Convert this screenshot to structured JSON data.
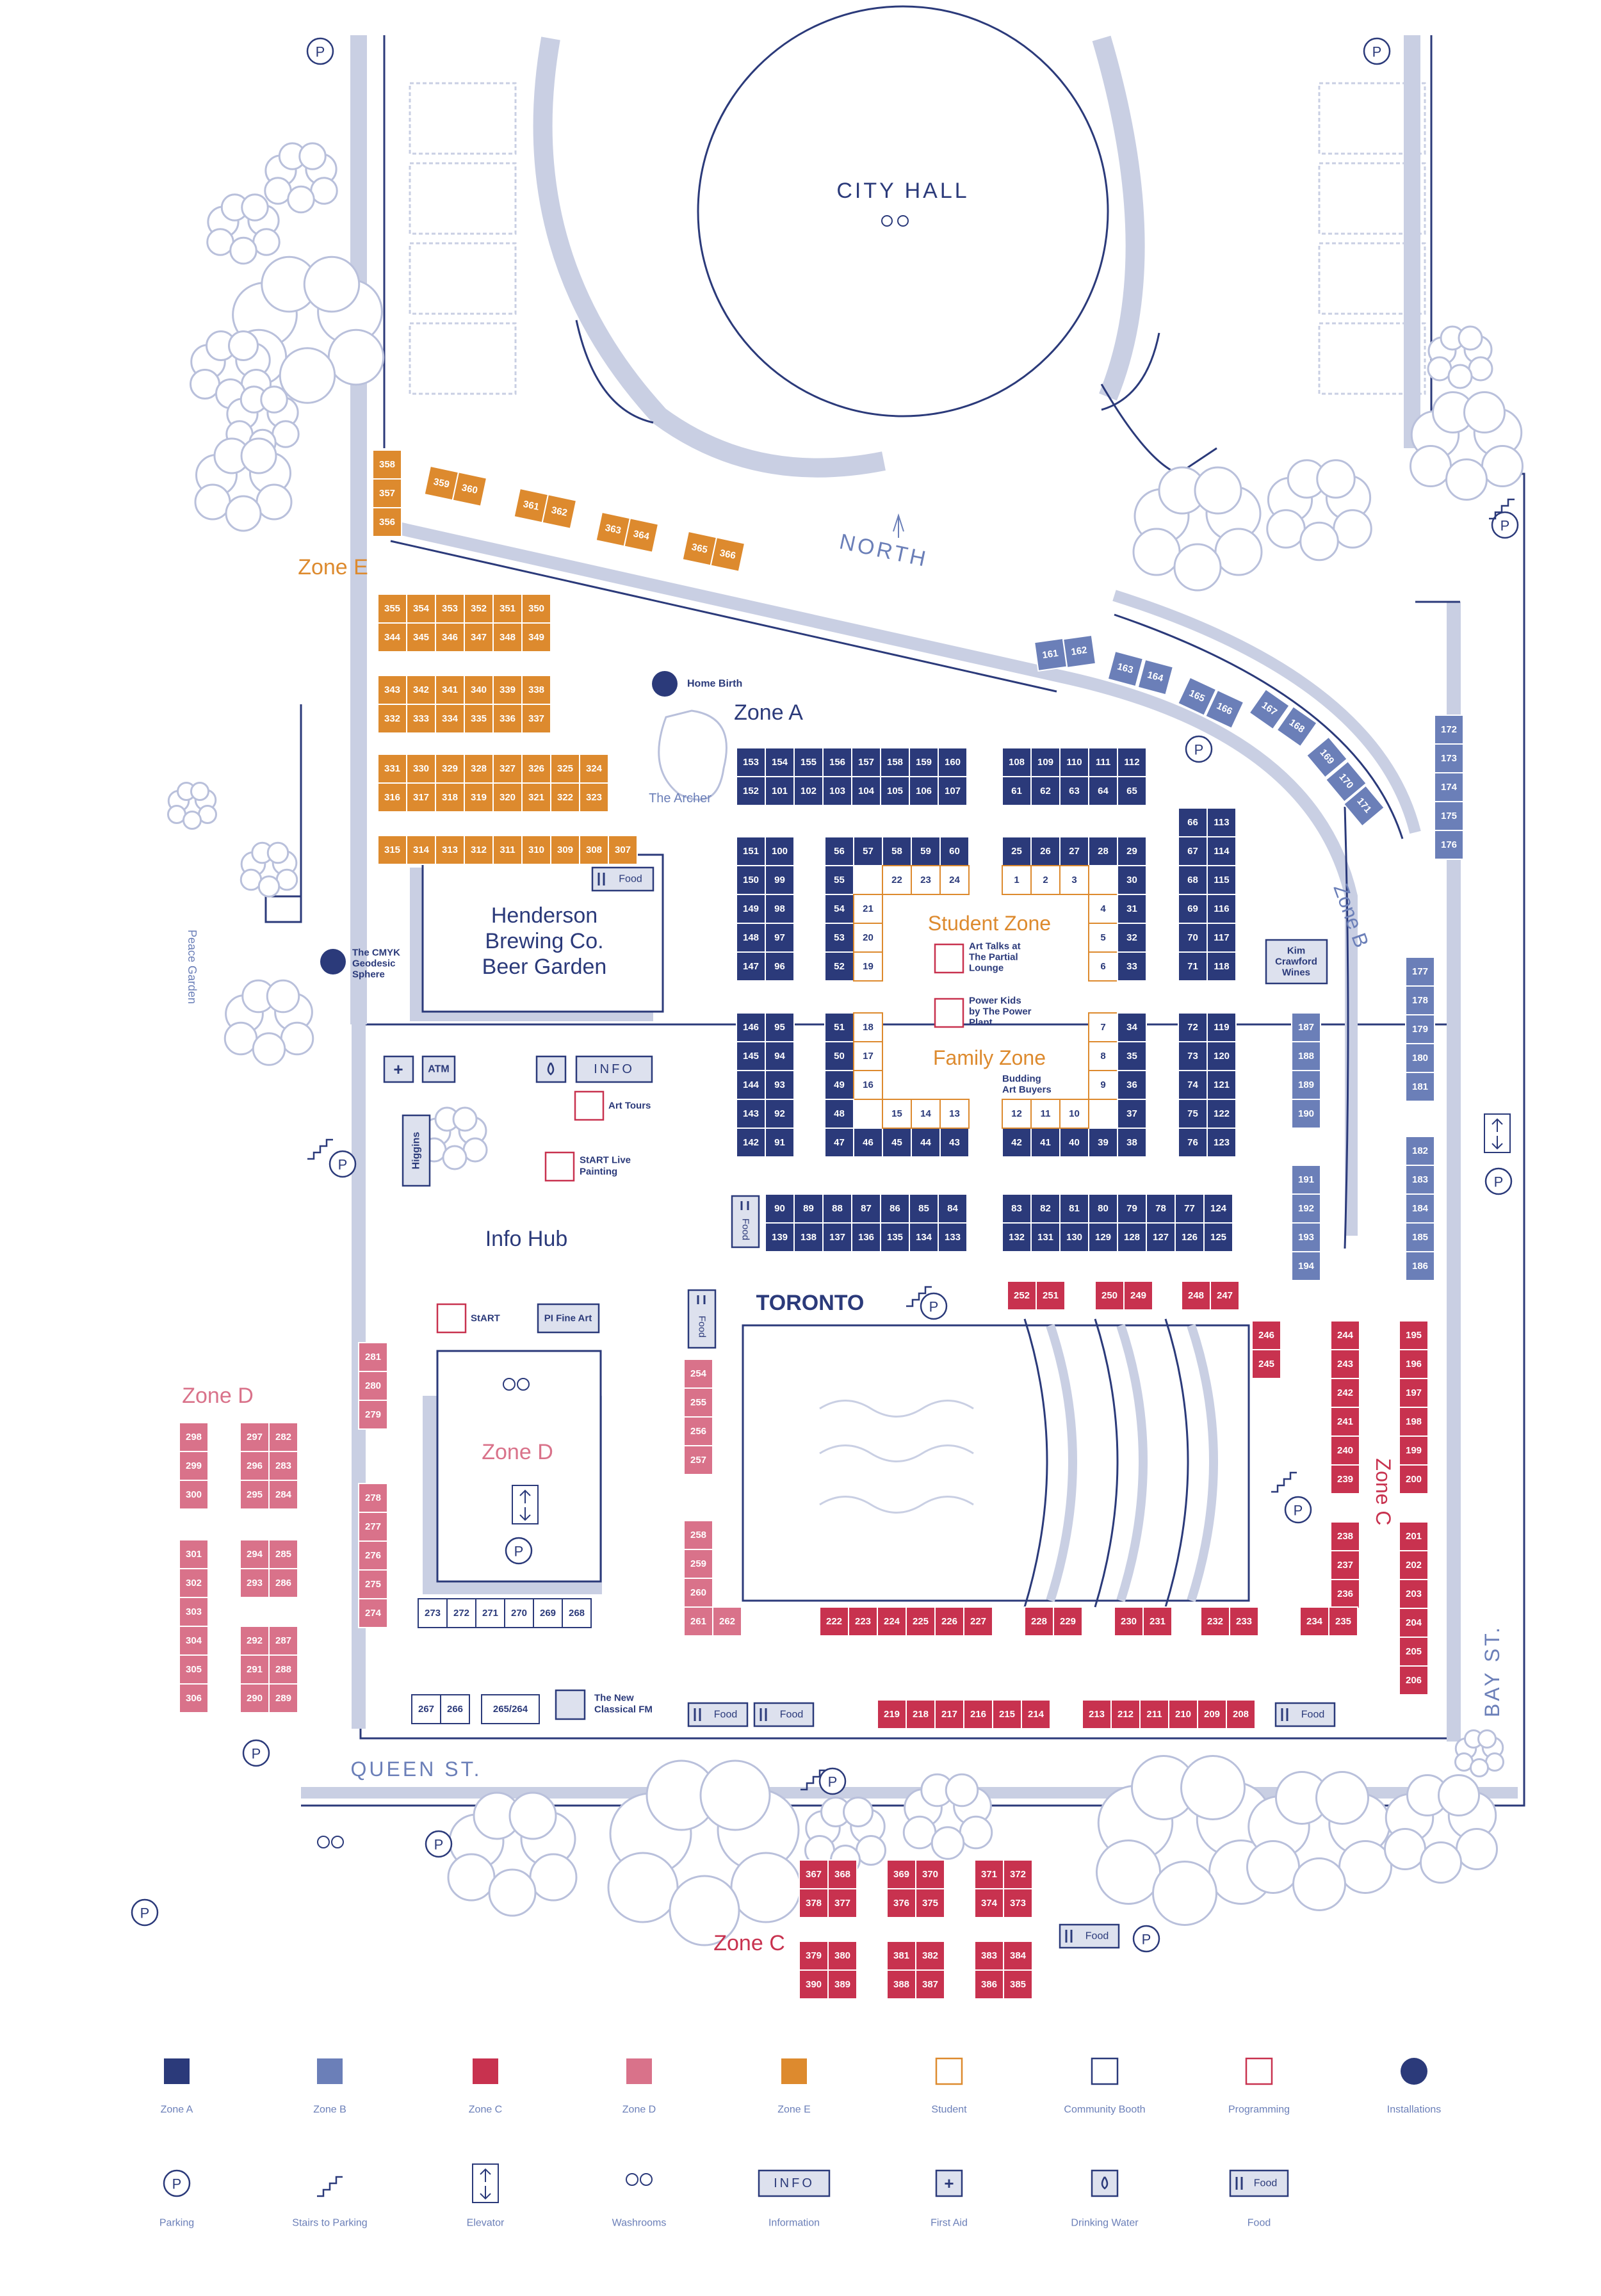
{
  "labels": {
    "city_hall": "CITY HALL",
    "north": "NORTH",
    "zone_a": "Zone A",
    "zone_b": "Zone B",
    "zone_c_right": "Zone C",
    "zone_c_bottom": "Zone C",
    "zone_d_left": "Zone D",
    "zone_d_center": "Zone D",
    "zone_e": "Zone E",
    "student_zone": "Student Zone",
    "family_zone": "Family Zone",
    "info_hub": "Info Hub",
    "beer_garden": [
      "Henderson",
      "Brewing Co.",
      "Beer Garden"
    ],
    "the_archer": "The Archer",
    "home_birth": "Home Birth",
    "cmyk": [
      "The CMYK",
      "Geodesic",
      "Sphere"
    ],
    "peace_garden": "Peace Garden",
    "queen_st": "QUEEN ST.",
    "bay_st": "BAY ST.",
    "toronto": "TORONTO",
    "kim_crawford": [
      "Kim",
      "Crawford",
      "Wines"
    ],
    "art_tours": "Art Tours",
    "start_live": [
      "StART Live",
      "Painting"
    ],
    "start": "StART",
    "pi_fine_art": "PI Fine Art",
    "higgins": "Higgins",
    "atm": "ATM",
    "info": "INFO",
    "art_talks": [
      "Art Talks at",
      "The Partial",
      "Lounge"
    ],
    "power_kids": [
      "Power Kids",
      "by The Power",
      "Plant"
    ],
    "budding": [
      "Budding",
      "Art Buyers"
    ],
    "new_classical": [
      "The New",
      "Classical FM"
    ],
    "food": "Food",
    "parking_letter": "P"
  },
  "legend": [
    {
      "label": "Zone A",
      "kind": "zone-a"
    },
    {
      "label": "Zone B",
      "kind": "zone-b"
    },
    {
      "label": "Zone C",
      "kind": "zone-c"
    },
    {
      "label": "Zone D",
      "kind": "zone-d"
    },
    {
      "label": "Zone E",
      "kind": "zone-e"
    },
    {
      "label": "Student",
      "kind": "student"
    },
    {
      "label": "Community Booth",
      "kind": "community"
    },
    {
      "label": "Programming",
      "kind": "programming"
    },
    {
      "label": "Installations",
      "kind": "installation"
    },
    {
      "label": "Parking",
      "kind": "parking"
    },
    {
      "label": "Stairs to Parking",
      "kind": "stairs"
    },
    {
      "label": "Elevator",
      "kind": "elevator"
    },
    {
      "label": "Washrooms",
      "kind": "washroom"
    },
    {
      "label": "Information",
      "kind": "information"
    },
    {
      "label": "First Aid",
      "kind": "firstaid"
    },
    {
      "label": "Drinking Water",
      "kind": "water"
    },
    {
      "label": "Food",
      "kind": "food"
    }
  ],
  "colors": {
    "zone_a": "#2b3a7a",
    "zone_b": "#6b7fb8",
    "zone_c": "#c8324f",
    "zone_d": "#d9728a",
    "zone_e": "#dd8a2e",
    "outline": "#2b3a7a",
    "path": "#c9cfe3",
    "tree": "#b9c0db",
    "zone_e_text": "#dd8a2e",
    "zone_c_text": "#c8324f",
    "zone_d_text": "#d9728a"
  },
  "booths": {
    "zone_e": [
      {
        "rows": [
          [
            "355",
            "354",
            "353",
            "352",
            "351",
            "350"
          ],
          [
            "344",
            "345",
            "346",
            "347",
            "348",
            "349"
          ]
        ]
      },
      {
        "rows": [
          [
            "343",
            "342",
            "341",
            "340",
            "339",
            "338"
          ],
          [
            "332",
            "333",
            "334",
            "335",
            "336",
            "337"
          ]
        ]
      },
      {
        "rows": [
          [
            "331",
            "330",
            "329",
            "328",
            "327",
            "326",
            "325",
            "324"
          ],
          [
            "316",
            "317",
            "318",
            "319",
            "320",
            "321",
            "322",
            "323"
          ]
        ]
      },
      {
        "rows": [
          [
            "315",
            "314",
            "313",
            "312",
            "311",
            "310",
            "309",
            "308",
            "307"
          ]
        ]
      }
    ],
    "zone_e_north": [
      "358",
      "357",
      "356",
      "359",
      "360",
      "361",
      "362",
      "363",
      "364",
      "365",
      "366"
    ],
    "zone_a_top_left": [
      [
        "153",
        "154",
        "155",
        "156",
        "157",
        "158",
        "159",
        "160"
      ],
      [
        "152",
        "101",
        "102",
        "103",
        "104",
        "105",
        "106",
        "107"
      ]
    ],
    "zone_a_top_right": [
      [
        "108",
        "109",
        "110",
        "111",
        "112"
      ],
      [
        "61",
        "62",
        "63",
        "64",
        "65"
      ]
    ],
    "zone_a_col_151": [
      [
        "151",
        "100"
      ],
      [
        "150",
        "99"
      ],
      [
        "149",
        "98"
      ],
      [
        "148",
        "97"
      ],
      [
        "147",
        "96"
      ]
    ],
    "zone_a_col_146": [
      [
        "146",
        "95"
      ],
      [
        "145",
        "94"
      ],
      [
        "144",
        "93"
      ],
      [
        "143",
        "92"
      ],
      [
        "142",
        "91"
      ]
    ],
    "zone_a_col_66": [
      [
        "66",
        "113"
      ],
      [
        "67",
        "114"
      ],
      [
        "68",
        "115"
      ],
      [
        "69",
        "116"
      ],
      [
        "70",
        "117"
      ],
      [
        "71",
        "118"
      ]
    ],
    "zone_a_col_72": [
      [
        "72",
        "119"
      ],
      [
        "73",
        "120"
      ],
      [
        "74",
        "121"
      ],
      [
        "75",
        "122"
      ],
      [
        "76",
        "123"
      ]
    ],
    "zone_a_bottom_left": [
      [
        "90",
        "89",
        "88",
        "87",
        "86",
        "85",
        "84"
      ],
      [
        "139",
        "138",
        "137",
        "136",
        "135",
        "134",
        "133"
      ]
    ],
    "zone_a_bottom_right": [
      [
        "83",
        "82",
        "81",
        "80",
        "79",
        "78",
        "77",
        "124"
      ],
      [
        "132",
        "131",
        "130",
        "129",
        "128",
        "127",
        "126",
        "125"
      ]
    ],
    "student_top_a": [
      "56",
      "57",
      "58",
      "59",
      "60"
    ],
    "student_top_a2": [
      "22",
      "23",
      "24"
    ],
    "student_top_b": [
      "25",
      "26",
      "27",
      "28",
      "29"
    ],
    "student_top_b2": [
      "1",
      "2",
      "3"
    ],
    "student_left_a": [
      [
        "55",
        ""
      ],
      [
        "54",
        "21"
      ],
      [
        "53",
        "20"
      ],
      [
        "52",
        "19"
      ]
    ],
    "student_right_a": [
      [
        "4",
        "31"
      ],
      [
        "5",
        "32"
      ],
      [
        "6",
        "33"
      ]
    ],
    "student_30": "30",
    "family_left": [
      [
        "51",
        "18"
      ],
      [
        "50",
        "17"
      ],
      [
        "49",
        "16"
      ],
      [
        "48",
        ""
      ],
      [
        "47",
        "46",
        "45",
        "44",
        "43"
      ]
    ],
    "family_bottom_inner_left": [
      "15",
      "14",
      "13"
    ],
    "family_right": [
      [
        "7",
        "34"
      ],
      [
        "8",
        "35"
      ],
      [
        "9",
        "36"
      ],
      [
        "",
        "37"
      ]
    ],
    "family_bottom_right": [
      "42",
      "41",
      "40",
      "39",
      "38"
    ],
    "family_bottom_inner_right": [
      "12",
      "11",
      "10"
    ],
    "zone_b_curve": [
      "161",
      "162",
      "163",
      "164",
      "165",
      "166",
      "167",
      "168",
      "169",
      "170",
      "171"
    ],
    "zone_b_right_col": [
      "172",
      "173",
      "174",
      "175",
      "176"
    ],
    "zone_b_right_col2": [
      "177",
      "178",
      "179",
      "180",
      "181"
    ],
    "zone_b_right_col3": [
      "182",
      "183",
      "184",
      "185",
      "186"
    ],
    "zone_b_left_col": [
      "187",
      "188",
      "189",
      "190"
    ],
    "zone_b_left_col2": [
      "191",
      "192",
      "193",
      "194"
    ],
    "zone_c_top": [
      [
        "252",
        "251"
      ],
      [
        "250",
        "249"
      ],
      [
        "248",
        "247"
      ]
    ],
    "zone_c_246": [
      "246",
      "245"
    ],
    "zone_c_244": [
      "244",
      "243",
      "242",
      "241",
      "240",
      "239"
    ],
    "zone_c_195": [
      "195",
      "196",
      "197",
      "198",
      "199",
      "200"
    ],
    "zone_c_238": [
      "238",
      "237",
      "236"
    ],
    "zone_c_201": [
      "201",
      "202",
      "203",
      "204",
      "205",
      "206"
    ],
    "zone_c_222": [
      "222",
      "223",
      "224",
      "225",
      "226",
      "227"
    ],
    "zone_c_228": [
      "228",
      "229"
    ],
    "zone_c_230": [
      "230",
      "231"
    ],
    "zone_c_232": [
      "232",
      "233"
    ],
    "zone_c_234": [
      "234",
      "235"
    ],
    "zone_c_219": [
      "219",
      "218",
      "217",
      "216",
      "215",
      "214"
    ],
    "zone_c_213": [
      "213",
      "212",
      "211",
      "210",
      "209",
      "208"
    ],
    "zone_c_south": [
      [
        [
          "367",
          "368"
        ],
        [
          "378",
          "377"
        ]
      ],
      [
        [
          "369",
          "370"
        ],
        [
          "376",
          "375"
        ]
      ],
      [
        [
          "371",
          "372"
        ],
        [
          "374",
          "373"
        ]
      ],
      [
        [
          "379",
          "380"
        ],
        [
          "390",
          "389"
        ]
      ],
      [
        [
          "381",
          "382"
        ],
        [
          "388",
          "387"
        ]
      ],
      [
        [
          "383",
          "384"
        ],
        [
          "386",
          "385"
        ]
      ]
    ],
    "zone_d_left_a": [
      [
        "298"
      ],
      [
        "299"
      ],
      [
        "300"
      ]
    ],
    "zone_d_left_b": [
      [
        "297",
        "282"
      ],
      [
        "296",
        "283"
      ],
      [
        "295",
        "284"
      ]
    ],
    "zone_d_left_c": [
      [
        "301"
      ],
      [
        "302"
      ],
      [
        "303"
      ],
      [
        "304"
      ],
      [
        "305"
      ],
      [
        "306"
      ]
    ],
    "zone_d_left_d": [
      [
        "294",
        "285"
      ],
      [
        "293",
        "286"
      ],
      [
        "",
        ""
      ],
      [
        "292",
        "287"
      ],
      [
        "291",
        "288"
      ],
      [
        "290",
        "289"
      ]
    ],
    "zone_d_col_281": [
      "281",
      "280",
      "279"
    ],
    "zone_d_col_278": [
      "278",
      "277",
      "276",
      "275",
      "274"
    ],
    "zone_d_col_254": [
      "254",
      "255",
      "256",
      "257"
    ],
    "zone_d_col_258": [
      "258",
      "259",
      "260"
    ],
    "zone_d_261": [
      "261",
      "262"
    ],
    "community_273": [
      "273",
      "272",
      "271",
      "270",
      "269",
      "268"
    ],
    "community_267": [
      "267",
      "266"
    ],
    "community_265": "265/264"
  }
}
